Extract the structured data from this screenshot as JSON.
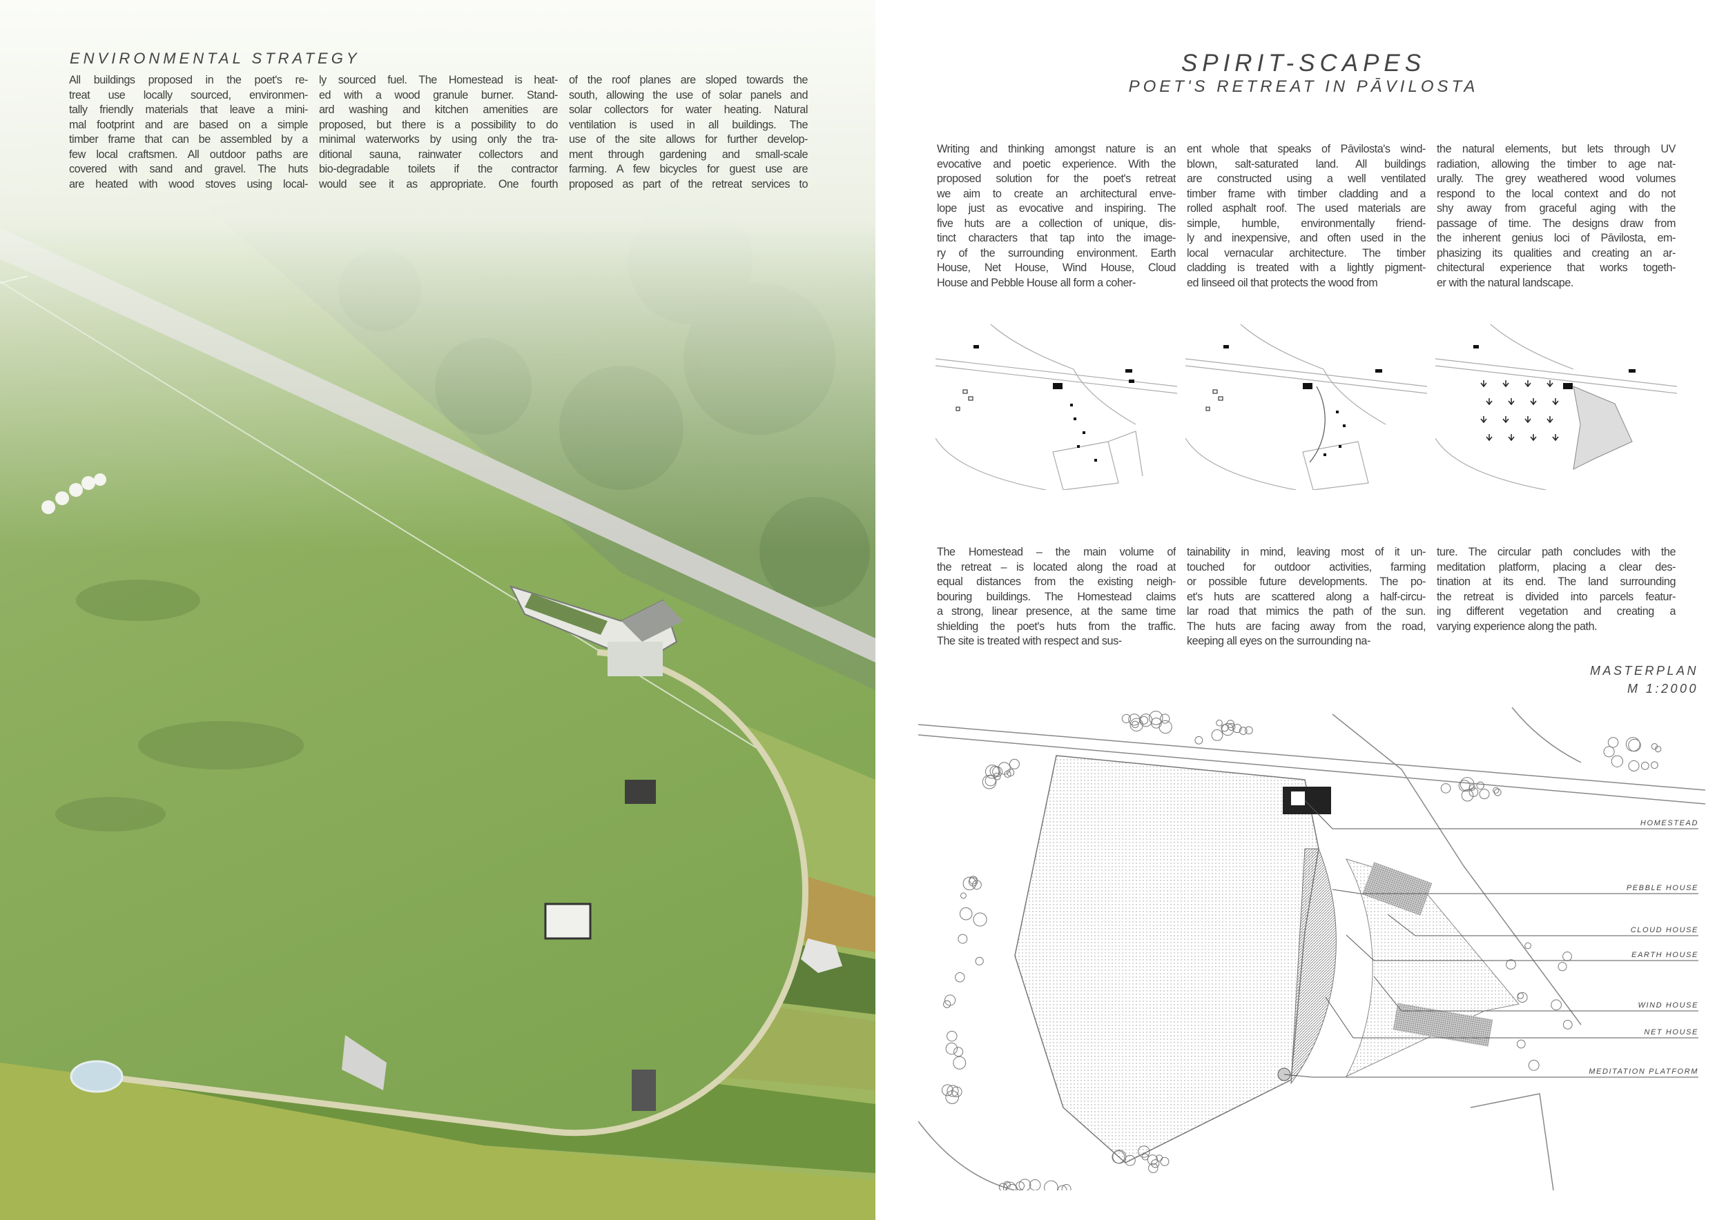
{
  "left": {
    "heading": "ENVIRONMENTAL STRATEGY",
    "columns": [
      [
        "All buildings proposed in the poet's re-",
        "treat use locally sourced, environmen-",
        "tally friendly materials that leave a mini-",
        "mal footprint and are based on a simple",
        "timber frame that can be assembled by a",
        "few local craftsmen. All outdoor paths are",
        "covered with sand and gravel. The huts",
        "are heated with wood stoves using local-"
      ],
      [
        "ly sourced fuel. The Homestead is heat-",
        "ed with a wood granule burner. Stand-",
        "ard washing and kitchen amenities are",
        "proposed, but there is a possibility to do",
        "minimal waterworks by using only the tra-",
        "ditional sauna, rainwater collectors and",
        "bio-degradable toilets if the contractor",
        "would see it as appropriate. One fourth"
      ],
      [
        "of the roof planes are sloped towards the",
        "south, allowing the use of solar panels and",
        "solar collectors for water heating. Natural",
        "ventilation is used in all buildings. The",
        "use of the site allows for further develop-",
        "ment through gardening and small-scale",
        "farming. A few bicycles for guest use are",
        "proposed as part of the retreat services to"
      ]
    ]
  },
  "right": {
    "title": "SPIRIT-SCAPES",
    "subtitle": "POET'S RETREAT IN PĀVILOSTA",
    "intro_columns": [
      [
        "Writing and thinking amongst nature is an",
        "evocative and poetic experience. With the",
        "proposed solution for the poet's retreat",
        "we aim to create an architectural enve-",
        "lope just as evocative and inspiring. The",
        "five huts are a collection of unique, dis-",
        "tinct characters that tap into the image-",
        "ry of the surrounding environment. Earth",
        "House, Net House, Wind House, Cloud",
        "House and Pebble House all form a coher-"
      ],
      [
        "ent whole that speaks of Pāvilosta's wind-",
        "blown, salt-saturated land. All buildings",
        "are constructed using a well ventilated",
        "timber frame with timber cladding and a",
        "rolled asphalt roof. The used materials are",
        "simple, humble, environmentally friend-",
        "ly and inexpensive, and often used in the",
        "local vernacular architecture. The timber",
        "cladding is treated with a lightly pigment-",
        "ed linseed oil that protects the wood from"
      ],
      [
        "the natural elements, but lets through UV",
        "radiation, allowing the timber to age nat-",
        "urally. The grey weathered wood volumes",
        "respond to the local context and do not",
        "shy away from graceful aging with the",
        "passage of time. The designs draw from",
        "the inherent genius loci of Pāvilosta, em-",
        "phasizing its qualities and creating an ar-",
        "chitectural experience that works togeth-",
        "er with the natural landscape."
      ]
    ],
    "site_columns": [
      [
        "The Homestead – the main volume of",
        "the retreat – is located along the road at",
        "equal distances from the existing neigh-",
        "bouring buildings. The Homestead claims",
        "a strong, linear presence, at the same time",
        "shielding the poet's huts from the traffic.",
        "The site is treated with respect and sus-"
      ],
      [
        "tainability in mind, leaving most of it un-",
        "touched for outdoor activities, farming",
        "or possible future developments. The po-",
        "et's huts are scattered along a half-circu-",
        "lar road that mimics the path of the sun.",
        "The huts are facing away from the road,",
        "keeping all eyes on the surrounding na-"
      ],
      [
        "ture. The circular path concludes with the",
        "meditation platform, placing a clear des-",
        "tination at its end. The land surrounding",
        "the retreat is divided into parcels featur-",
        "ing different vegetation and creating a",
        "varying experience along the path."
      ]
    ],
    "masterplan": {
      "title": "MASTERPLAN",
      "scale": "M 1:2000",
      "labels": [
        "HOMESTEAD",
        "PEBBLE HOUSE",
        "CLOUD HOUSE",
        "EARTH HOUSE",
        "WIND HOUSE",
        "NET HOUSE",
        "MEDITATION PLATFORM"
      ]
    }
  },
  "colors": {
    "grass": "#8fae5c",
    "road": "#c9c9c4",
    "path": "#d8d6b4",
    "text": "#3d3d3d"
  }
}
